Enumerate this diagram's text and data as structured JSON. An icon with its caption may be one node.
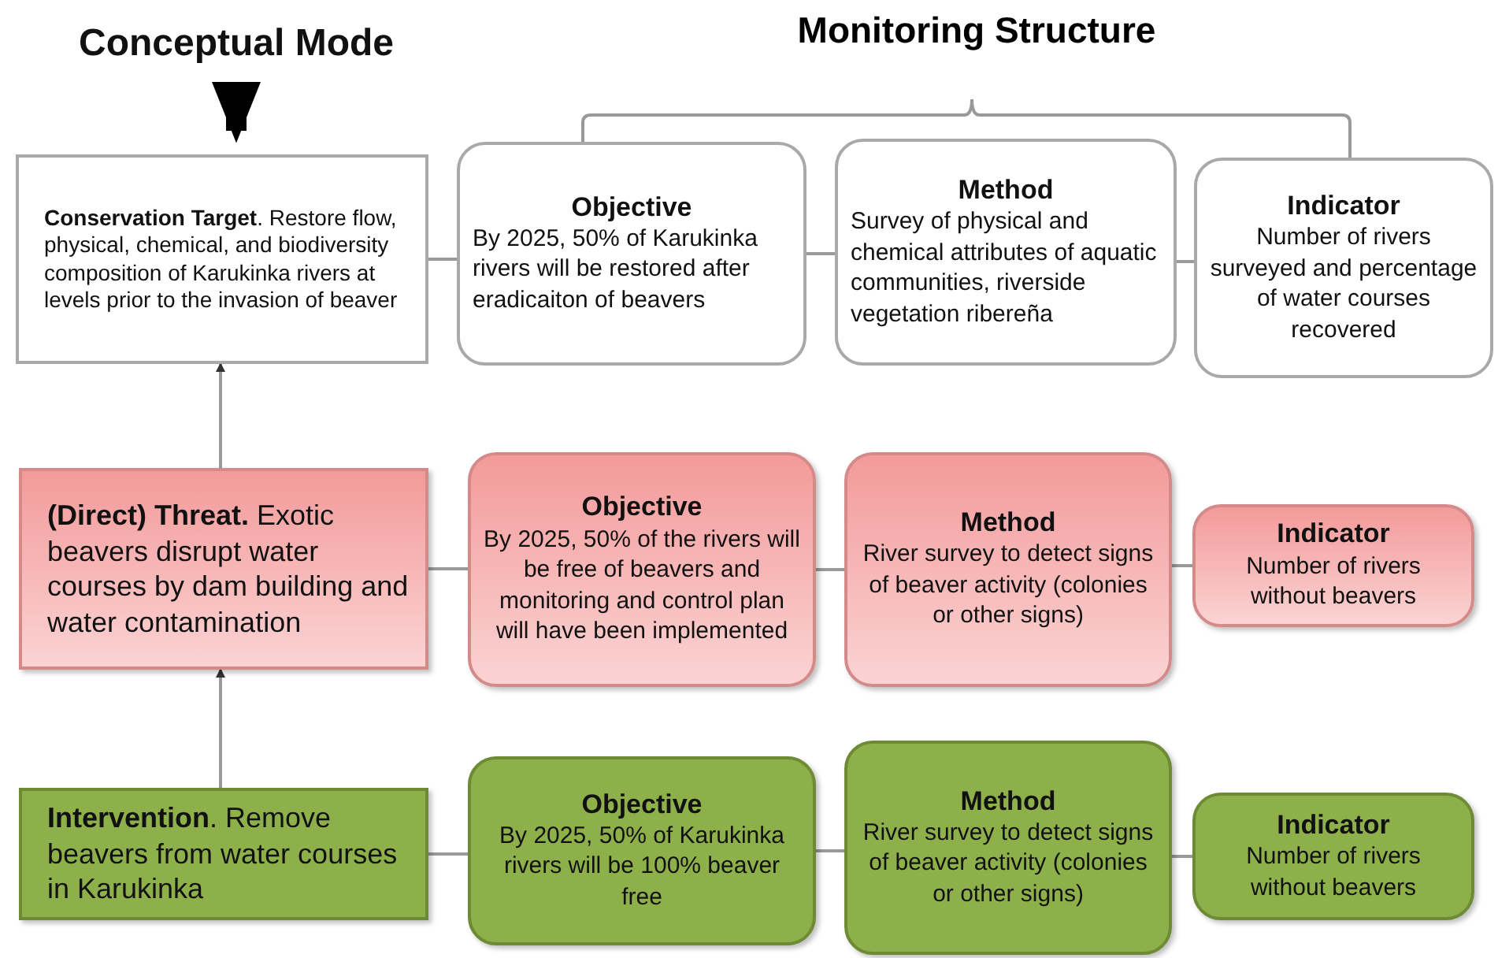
{
  "diagram": {
    "nodes": [
      {
        "text": [
          "Conceptual Mode"
        ]
      },
      {
        "text": [
          "**Conservation Target**. Restore flow, physical, chemical, and biodiversity composition of Karukinka rivers at levels prior to the invasion of beaver"
        ]
      },
      {
        "text": [
          "Objective",
          "By 2025, 50% of Karukinka rivers will be restored after eradicaiton of beavers"
        ]
      },
      {
        "text": [
          "Method",
          "Survey of physical and chemical attributes of aquatic communities, riverside vegetation ribereña"
        ]
      },
      {
        "text": [
          "Indicator",
          "Number of rivers surveyed and percentage of water courses recovered"
        ]
      },
      {
        "text": [
          "**(Direct) Threat.** Exotic beavers disrupt water courses by dam building and water contamination"
        ]
      },
      {
        "text": [
          "Objective",
          "By 2025, 50% of the rivers will be free of beavers and monitoring and control plan will have been implemented"
        ]
      },
      {
        "text": [
          "Method",
          "River survey to detect signs of beaver activity (colonies or other signs)"
        ]
      },
      {
        "text": [
          "Indicator",
          "Number of rivers without beavers"
        ]
      },
      {
        "text": [
          "**Intervention**. Remove beavers from water courses in Karukinka"
        ]
      },
      {
        "text": [
          "Objective",
          "By 2025, 50% of Karukinka rivers will be 100% beaver free"
        ]
      },
      {
        "text": [
          "Method",
          "River survey to detect signs of beaver activity (colonies or other signs)"
        ]
      },
      {
        "text": [
          "Indicator",
          "Number of rivers without beavers"
        ]
      }
    ],
    "edges": [
      {
        "from": 0,
        "to": 1,
        "arrow": "to",
        "style": "thick",
        "color": "#000000"
      },
      {
        "from": 1,
        "to": 2,
        "arrow": "none"
      },
      {
        "from": 2,
        "to": 3,
        "arrow": "none"
      },
      {
        "from": 3,
        "to": 4,
        "arrow": "none"
      },
      {
        "from": 5,
        "to": 6,
        "arrow": "none"
      },
      {
        "from": 6,
        "to": 7,
        "arrow": "none"
      },
      {
        "from": 7,
        "to": 8,
        "arrow": "none"
      },
      {
        "from": 9,
        "to": 10,
        "arrow": "none"
      },
      {
        "from": 10,
        "to": 11,
        "arrow": "none"
      },
      {
        "from": 11,
        "to": 12,
        "arrow": "none"
      },
      {
        "from": 5,
        "to": 1,
        "arrow": "to"
      },
      {
        "from": 9,
        "to": 5,
        "arrow": "to"
      }
    ],
    "labels": [
      "Monitoring Structure"
    ]
  }
}
